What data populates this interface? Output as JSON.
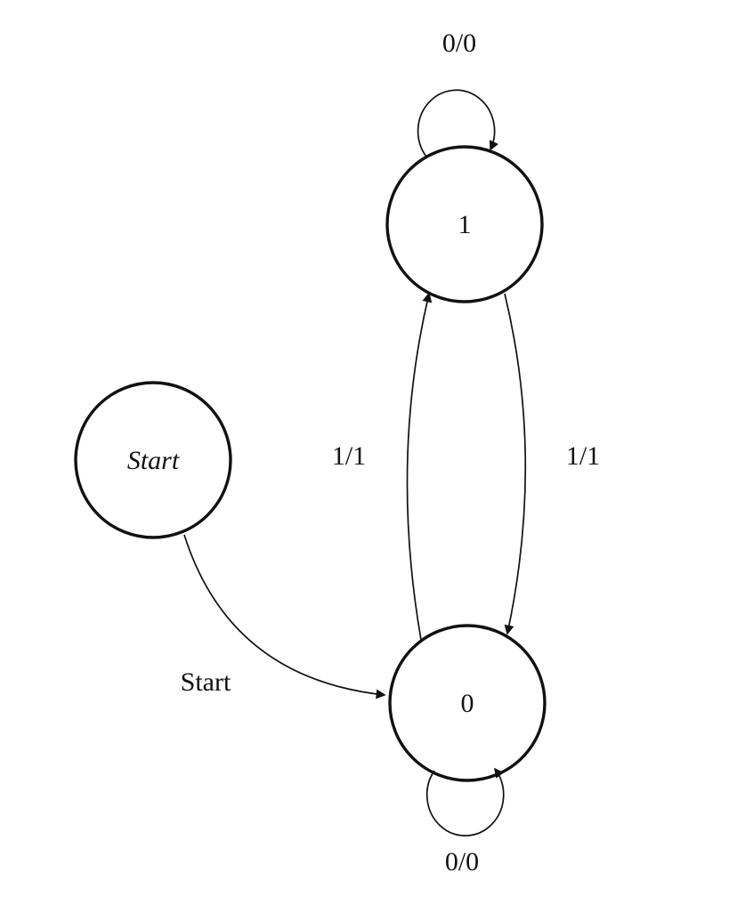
{
  "diagram": {
    "type": "state-machine",
    "background": "#ffffff",
    "stroke_color": "#111111",
    "states": [
      {
        "id": "start",
        "label": "Start",
        "shape": "circle"
      },
      {
        "id": "s1",
        "label": "1",
        "shape": "circle"
      },
      {
        "id": "s0",
        "label": "0",
        "shape": "circle"
      }
    ],
    "transitions": [
      {
        "from": "s1",
        "to": "s1",
        "label": "0/0",
        "position": "top-self-loop"
      },
      {
        "from": "s0",
        "to": "s1",
        "label": "1/1",
        "position": "left-curve-up"
      },
      {
        "from": "s1",
        "to": "s0",
        "label": "1/1",
        "position": "right-curve-down"
      },
      {
        "from": "start",
        "to": "s0",
        "label": "Start",
        "position": "start-arrow"
      },
      {
        "from": "s0",
        "to": "s0",
        "label": "0/0",
        "position": "bottom-self-loop"
      }
    ]
  }
}
